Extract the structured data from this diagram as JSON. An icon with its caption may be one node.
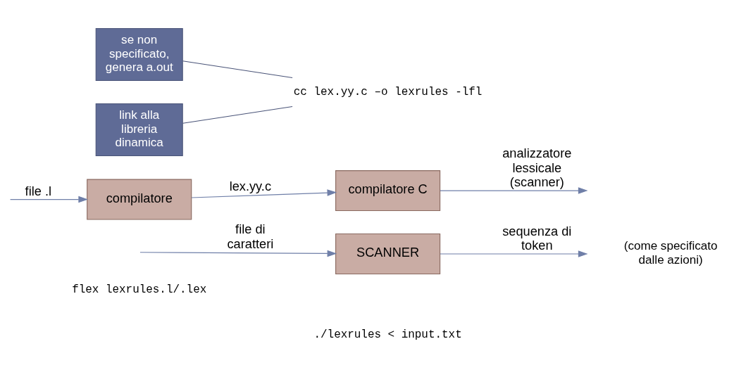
{
  "diagram": {
    "nodes": [
      {
        "text": [
          "compilatore"
        ]
      },
      {
        "text": [
          "compilatore C"
        ]
      },
      {
        "text": [
          "SCANNER"
        ]
      },
      {
        "text": [
          "cc lex.yy.c –o lexrules -lfl"
        ]
      },
      {
        "text": [
          "se non specificato, genera a.out"
        ]
      },
      {
        "text": [
          "link alla libreria dinamica"
        ]
      }
    ],
    "edges": [
      {
        "from": null,
        "to": 0,
        "arrow": "to",
        "label": "file .l"
      },
      {
        "from": 0,
        "to": 1,
        "arrow": "to",
        "label": "lex.yy.c"
      },
      {
        "from": 1,
        "to": null,
        "arrow": "to",
        "label": "analizzatore lessicale (scanner)"
      },
      {
        "from": null,
        "to": 2,
        "arrow": "to",
        "label": "file di caratteri"
      },
      {
        "from": 2,
        "to": null,
        "arrow": "to",
        "label": "sequenza di token"
      },
      {
        "from": 4,
        "to": 3,
        "arrow": "none"
      },
      {
        "from": 5,
        "to": 3,
        "arrow": "none"
      }
    ],
    "labels": [
      "flex lexrules.l/.lex",
      "(come specificato dalle azioni)",
      "./lexrules < input.txt"
    ]
  }
}
